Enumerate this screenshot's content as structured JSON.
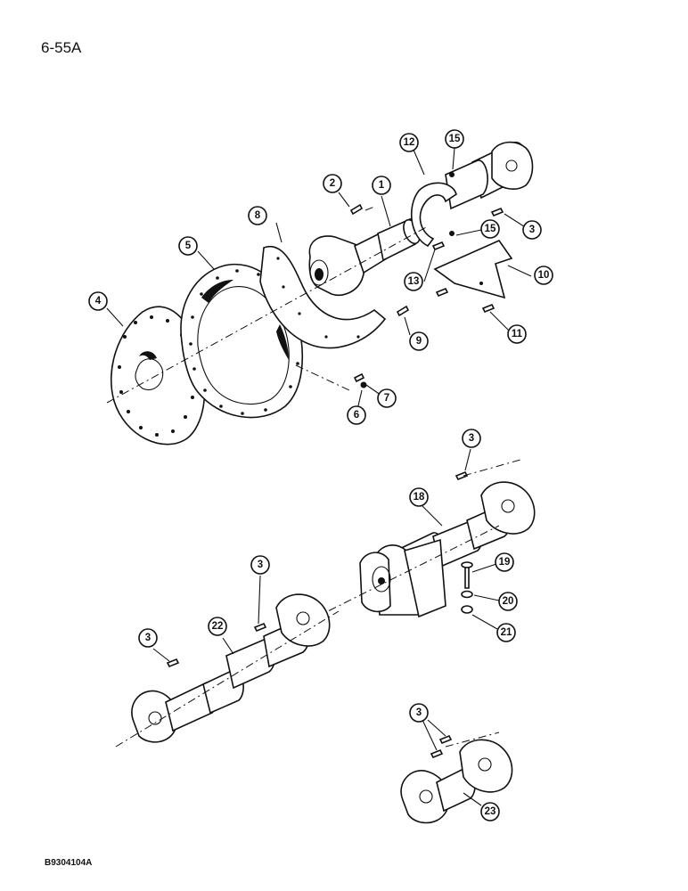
{
  "page_label": "6-55A",
  "figure_id": "B9304104A",
  "callouts": [
    "1",
    "2",
    "3",
    "4",
    "5",
    "6",
    "7",
    "8",
    "9",
    "10",
    "11",
    "12",
    "13",
    "15",
    "18",
    "19",
    "20",
    "21",
    "22",
    "23"
  ]
}
